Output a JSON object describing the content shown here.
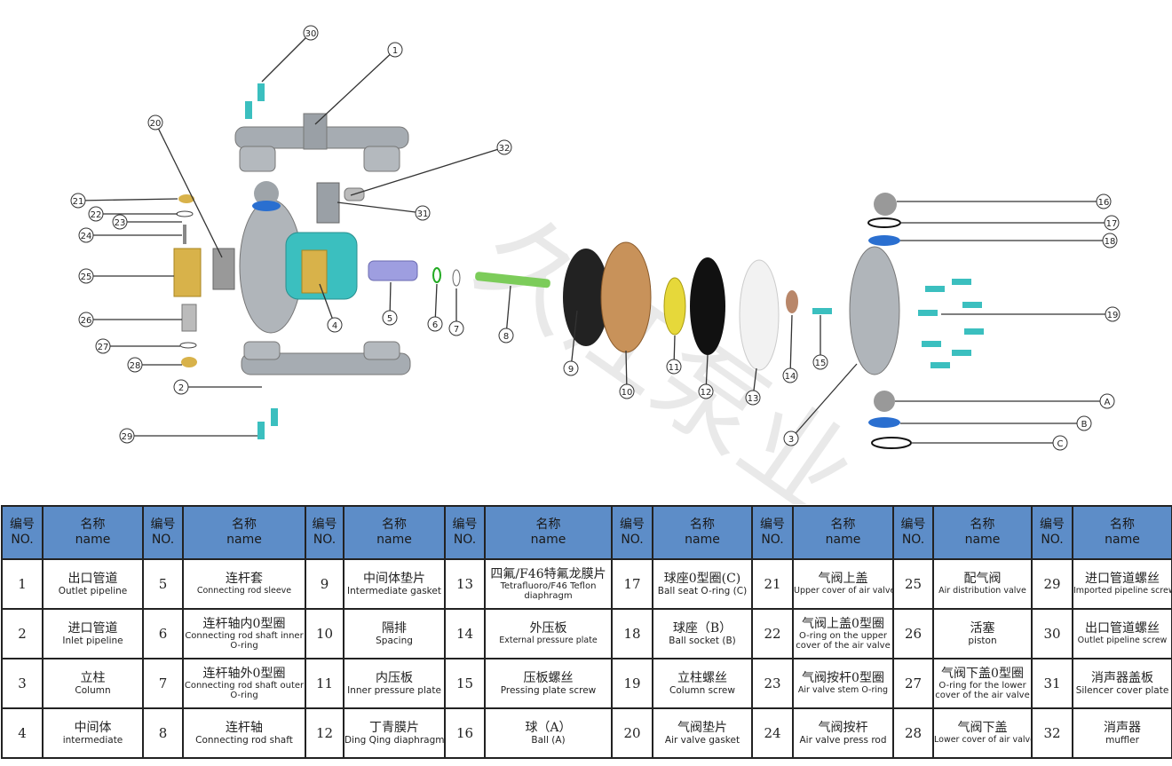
{
  "header": {
    "no_cn": "编号",
    "no_en": "NO.",
    "name_cn": "名称",
    "name_en": "name"
  },
  "watermark": "久江泵业",
  "parts": [
    {
      "no": "1",
      "cn": "出口管道",
      "en": "Outlet pipeline"
    },
    {
      "no": "2",
      "cn": "进口管道",
      "en": "Inlet pipeline"
    },
    {
      "no": "3",
      "cn": "立柱",
      "en": "Column"
    },
    {
      "no": "4",
      "cn": "中间体",
      "en": "intermediate"
    },
    {
      "no": "5",
      "cn": "连杆套",
      "en": "Connecting rod sleeve"
    },
    {
      "no": "6",
      "cn": "连杆轴内0型圈",
      "en": "Connecting rod shaft inner O-ring"
    },
    {
      "no": "7",
      "cn": "连杆轴外0型圈",
      "en": "Connecting rod shaft outer O-ring"
    },
    {
      "no": "8",
      "cn": "连杆轴",
      "en": "Connecting rod shaft"
    },
    {
      "no": "9",
      "cn": "中间体垫片",
      "en": "Intermediate gasket"
    },
    {
      "no": "10",
      "cn": "隔排",
      "en": "Spacing"
    },
    {
      "no": "11",
      "cn": "内压板",
      "en": "Inner pressure plate"
    },
    {
      "no": "12",
      "cn": "丁青膜片",
      "en": "Ding Qing diaphragm"
    },
    {
      "no": "13",
      "cn": "四氟/F46特氟龙膜片",
      "en": "Tetrafluoro/F46 Teflon diaphragm"
    },
    {
      "no": "14",
      "cn": "外压板",
      "en": "External pressure plate"
    },
    {
      "no": "15",
      "cn": "压板螺丝",
      "en": "Pressing plate screw"
    },
    {
      "no": "16",
      "cn": "球（A）",
      "en": "Ball (A)"
    },
    {
      "no": "17",
      "cn": "球座0型圈(C)",
      "en": "Ball seat O-ring (C)"
    },
    {
      "no": "18",
      "cn": "球座（B）",
      "en": "Ball socket (B)"
    },
    {
      "no": "19",
      "cn": "立柱螺丝",
      "en": "Column screw"
    },
    {
      "no": "20",
      "cn": "气阀垫片",
      "en": "Air valve gasket"
    },
    {
      "no": "21",
      "cn": "气阀上盖",
      "en": "Upper cover of air valve"
    },
    {
      "no": "22",
      "cn": "气阀上盖0型圈",
      "en": "O-ring on the upper cover of the air valve"
    },
    {
      "no": "23",
      "cn": "气阀按杆0型圈",
      "en": "Air valve stem O-ring"
    },
    {
      "no": "24",
      "cn": "气阀按杆",
      "en": "Air valve press rod"
    },
    {
      "no": "25",
      "cn": "配气阀",
      "en": "Air distribution valve"
    },
    {
      "no": "26",
      "cn": "活塞",
      "en": "piston"
    },
    {
      "no": "27",
      "cn": "气阀下盖0型圈",
      "en": "O-ring for the lower cover of the air valve"
    },
    {
      "no": "28",
      "cn": "气阀下盖",
      "en": "Lower cover of air valve"
    },
    {
      "no": "29",
      "cn": "进口管道螺丝",
      "en": "Imported pipeline screws"
    },
    {
      "no": "30",
      "cn": "出口管道螺丝",
      "en": "Outlet pipeline screw"
    },
    {
      "no": "31",
      "cn": "消声器盖板",
      "en": "Silencer cover plate"
    },
    {
      "no": "32",
      "cn": "消声器",
      "en": "muffler"
    }
  ],
  "callouts": [
    "30",
    "1",
    "20",
    "32",
    "21",
    "22",
    "23",
    "24",
    "31",
    "25",
    "4",
    "5",
    "6",
    "7",
    "8",
    "26",
    "27",
    "28",
    "2",
    "29",
    "9",
    "10",
    "11",
    "12",
    "13",
    "14",
    "15",
    "16",
    "17",
    "18",
    "19",
    "A",
    "B",
    "C",
    "3"
  ],
  "colors": {
    "header": "#5d8dc8",
    "teal": "#3bbfbf",
    "brass": "#d8b24a",
    "metal": "#aab0b6",
    "blue": "#2a6fd0",
    "bronze": "#c8925a"
  }
}
